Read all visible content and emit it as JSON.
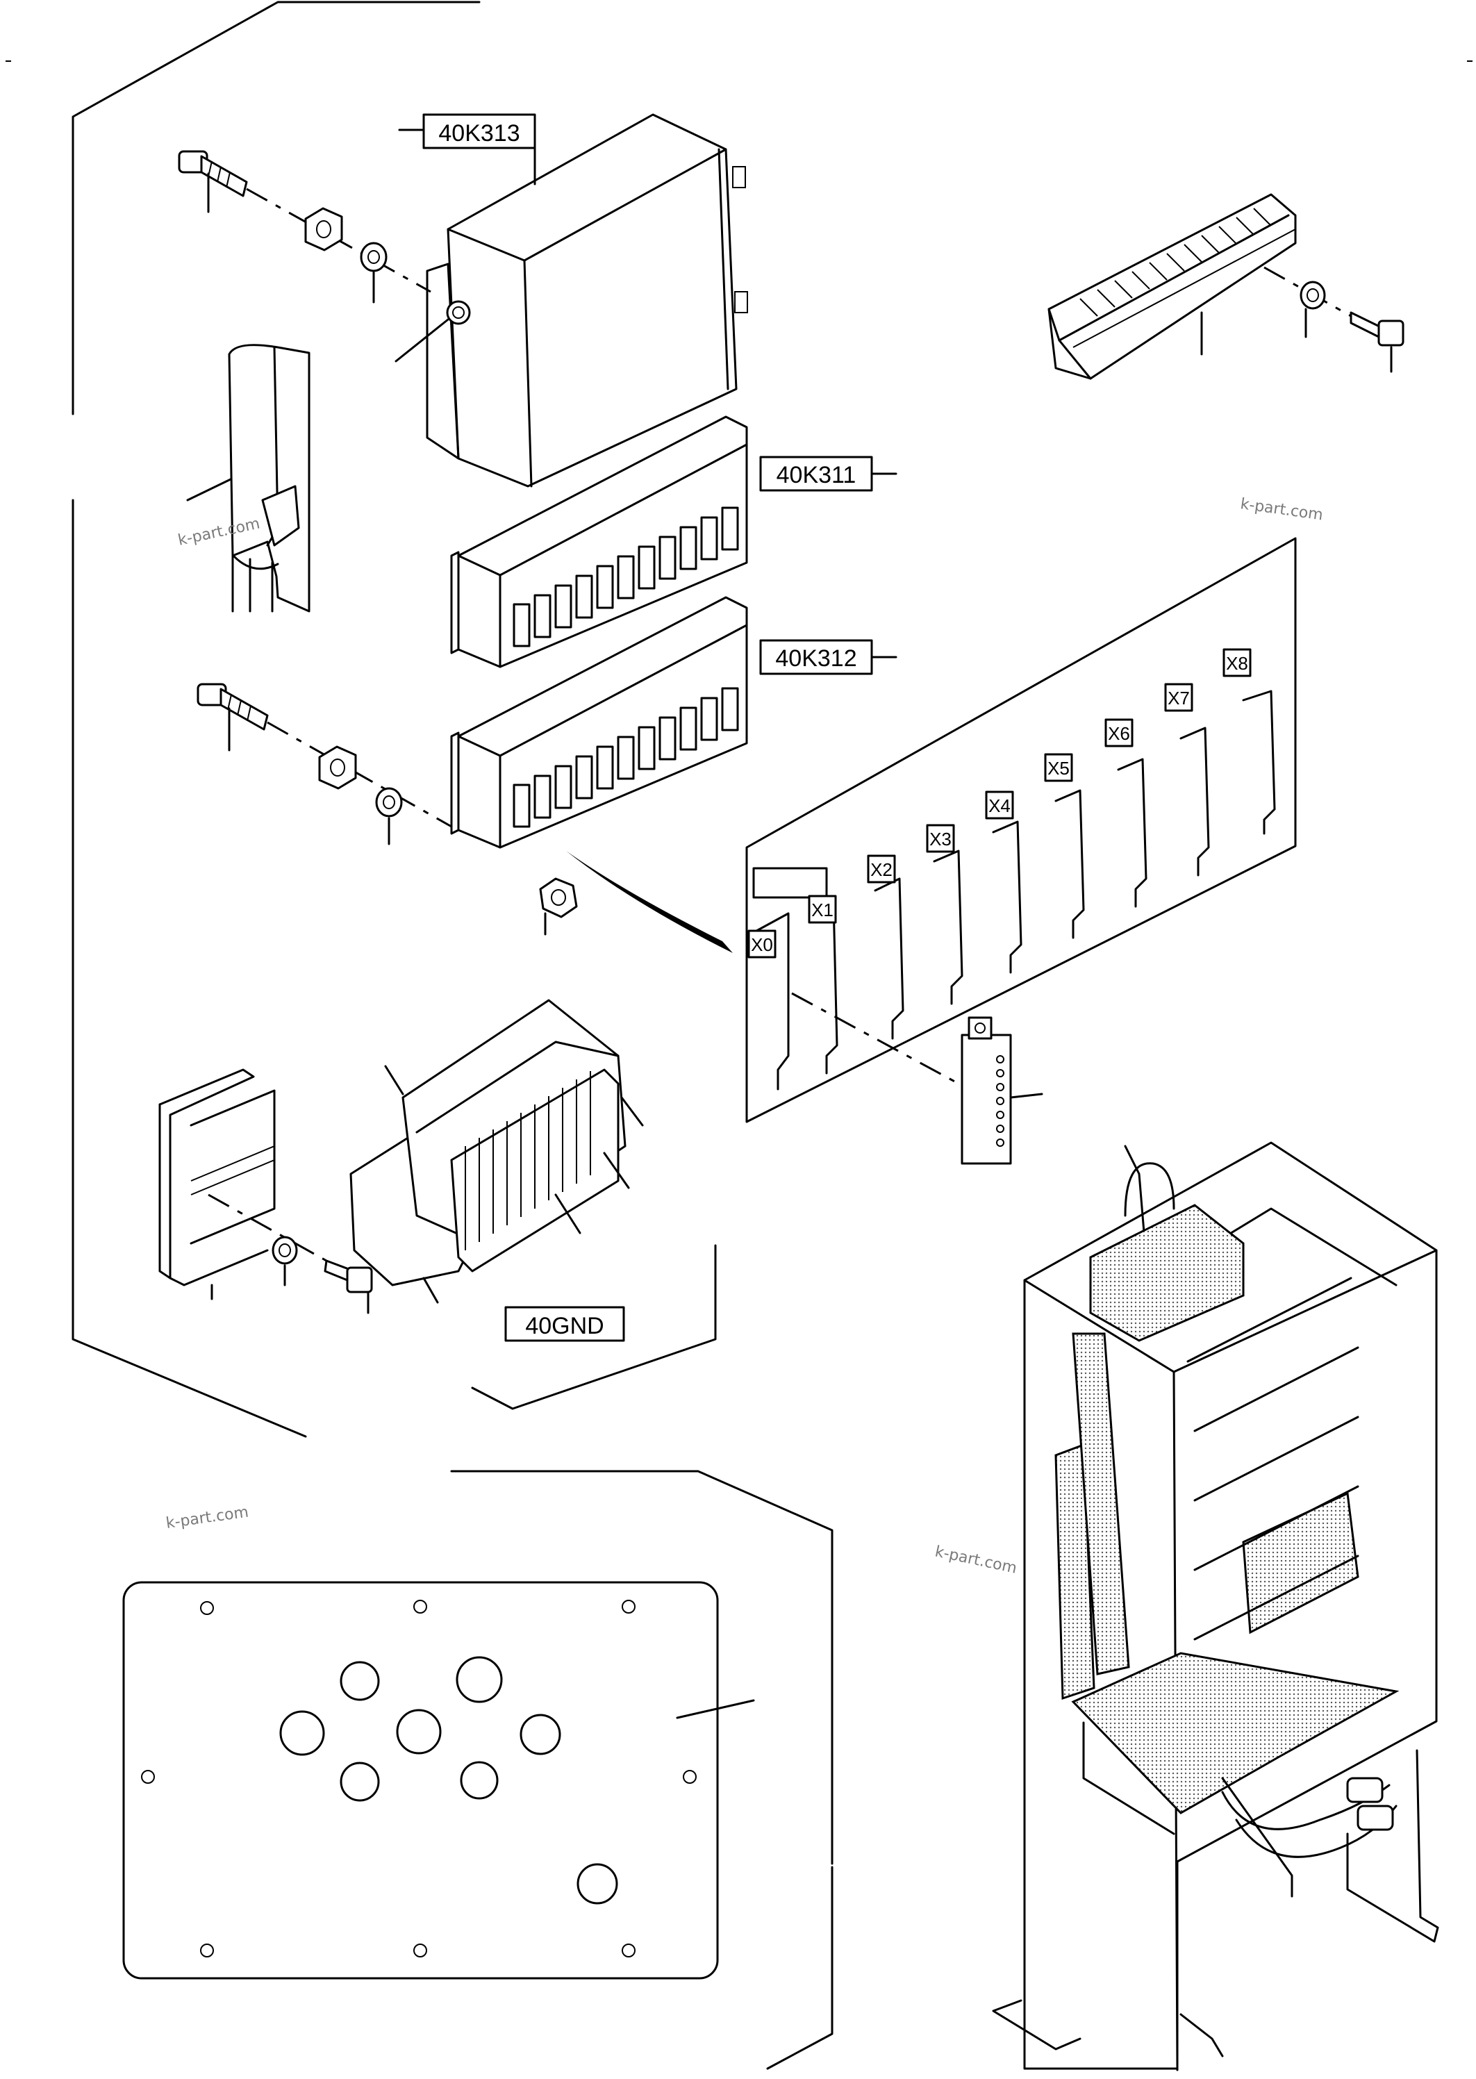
{
  "callouts": {
    "module_top": "40K313",
    "module_mid": "40K311",
    "module_low": "40K312",
    "ground": "40GND"
  },
  "slots": [
    "X0",
    "X1",
    "X2",
    "X3",
    "X4",
    "X5",
    "X6",
    "X7",
    "X8"
  ],
  "watermarks": [
    "k-part.com",
    "k-part.com",
    "k-part.com",
    "k-part.com"
  ]
}
